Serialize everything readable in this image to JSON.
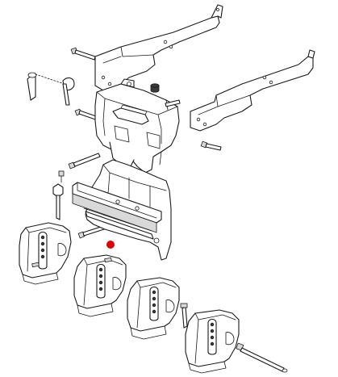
{
  "figure": {
    "kind": "exploded-parts-diagram",
    "line_color": "#1a1a1a",
    "background_color": "#ffffff",
    "highlight_color": "#e00000",
    "parts": [
      "side-frame-rail-upper",
      "side-frame-rail-lower",
      "weight-bracket-casting",
      "front-weight-carrier-plate",
      "suitcase-weight-1",
      "suitcase-weight-2",
      "suitcase-weight-3",
      "suitcase-weight-4",
      "bolt",
      "locking-pin-with-chain",
      "retaining-rod"
    ]
  }
}
